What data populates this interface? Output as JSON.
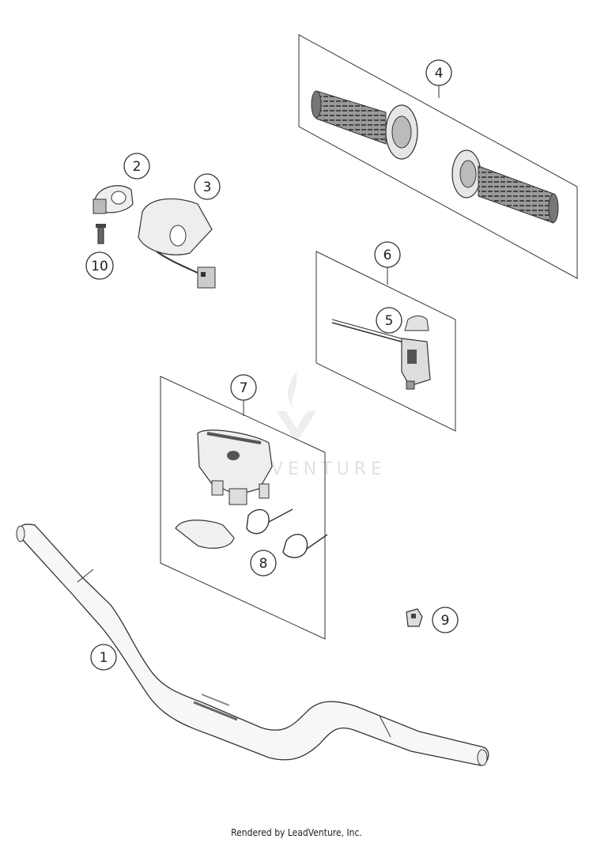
{
  "callouts": [
    "1",
    "2",
    "3",
    "4",
    "5",
    "6",
    "7",
    "8",
    "9",
    "10"
  ],
  "watermark": {
    "text": "LEADVENTURE"
  },
  "footer": "Rendered by LeadVenture, Inc."
}
